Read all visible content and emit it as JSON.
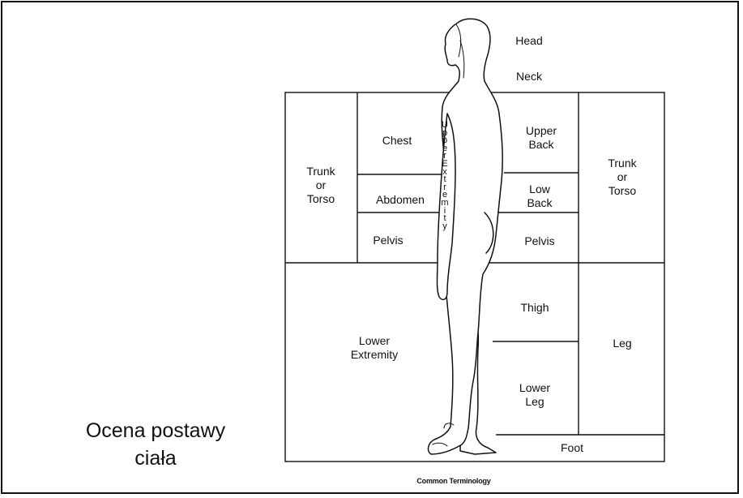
{
  "diagram": {
    "labels": {
      "head": "Head",
      "neck": "Neck",
      "chest": "Chest",
      "abdomen": "Abdomen",
      "pelvis_front": "Pelvis",
      "trunk_left": "Trunk\nor\nTorso",
      "upper_extremity": "Upper\nExtremity",
      "upper_back": "Upper\nBack",
      "low_back": "Low\nBack",
      "pelvis_back": "Pelvis",
      "trunk_right": "Trunk\nor\nTorso",
      "lower_extremity": "Lower\nExtremity",
      "thigh": "Thigh",
      "lower_leg": "Lower\nLeg",
      "leg": "Leg",
      "foot": "Foot"
    },
    "caption": "Common Terminology"
  },
  "slide": {
    "title": "Ocena postawy\nciała"
  }
}
